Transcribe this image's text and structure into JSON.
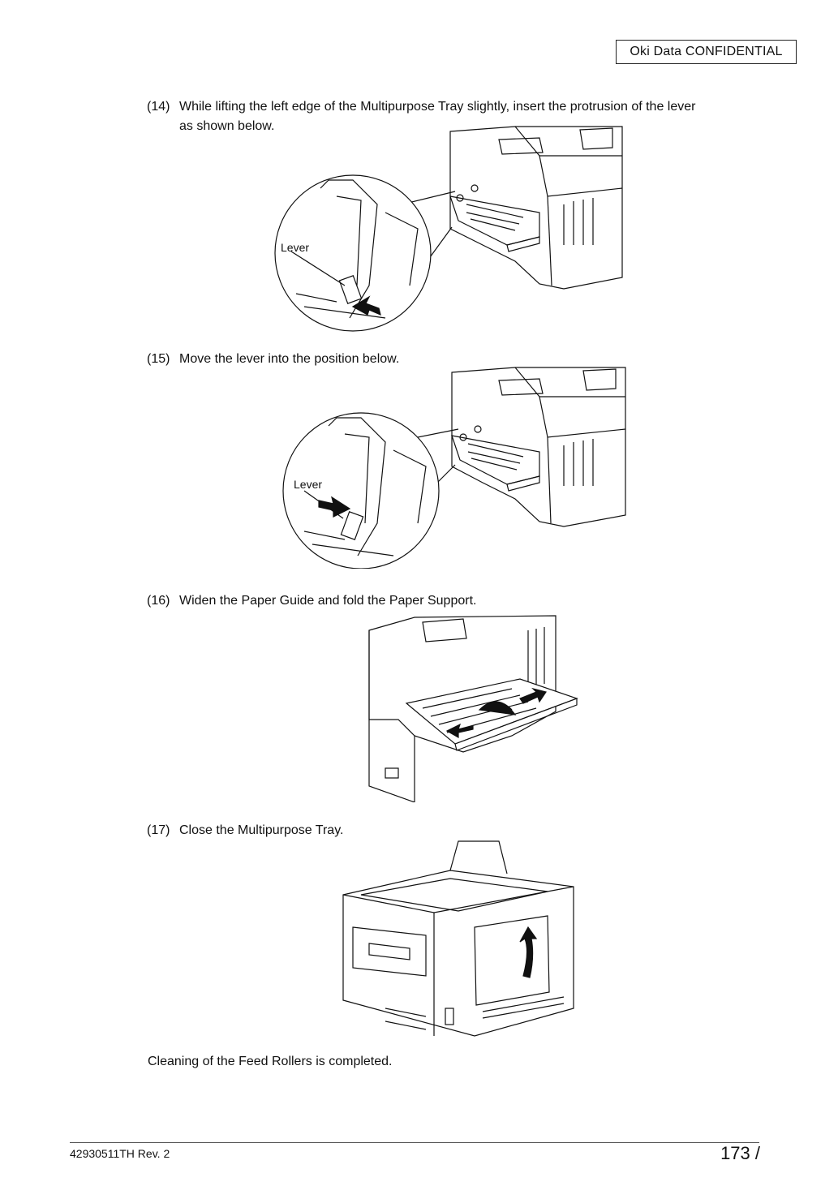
{
  "header": {
    "confidential": "Oki  Data  CONFIDENTIAL"
  },
  "steps": [
    {
      "num": "(14)",
      "line1": "While lifting the left edge of the Multipurpose Tray slightly, insert the protrusion of the lever",
      "line2": "as shown below.",
      "callout": "Lever"
    },
    {
      "num": "(15)",
      "line1": "Move the lever into the position below.",
      "callout": "Lever"
    },
    {
      "num": "(16)",
      "line1": "Widen the Paper Guide and fold the Paper Support."
    },
    {
      "num": "(17)",
      "line1": "Close the Multipurpose Tray."
    }
  ],
  "completion": "Cleaning of the Feed Rollers is completed.",
  "footer": {
    "doc_id": "42930511TH  Rev. 2",
    "page": "173 /"
  }
}
